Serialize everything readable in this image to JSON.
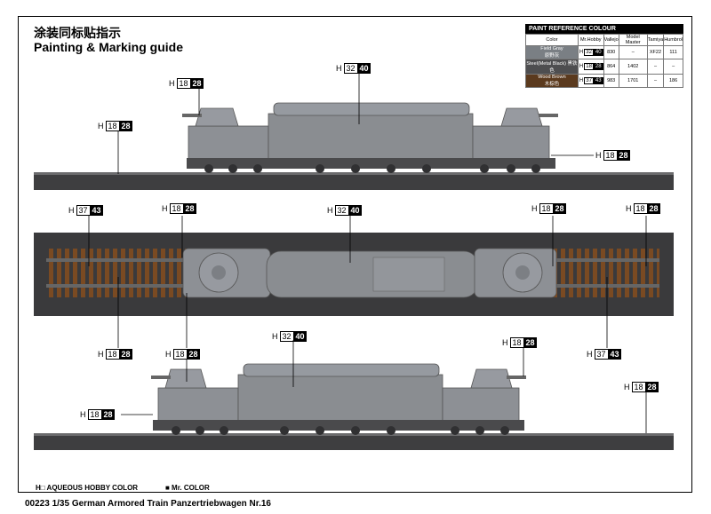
{
  "title_cn": "涂装同标贴指示",
  "title_en": "Painting & Marking guide",
  "paint_table": {
    "header": "PAINT  REFERENCE COLOUR",
    "columns": [
      "Color",
      "Mr.Hobby",
      "Vallejo",
      "Model Master",
      "Tamiya",
      "Humbrol"
    ],
    "rows": [
      {
        "color": "Field Gray",
        "color_cn": "原野灰",
        "h": "32",
        "m": "40",
        "vallejo": "830",
        "model_master": "–",
        "tamiya": "XF22",
        "humbrol": "111",
        "swatch": "#7a7f84"
      },
      {
        "color": "Steel(Metal Black)",
        "color_cn": "黑铁色",
        "h": "18",
        "m": "28",
        "vallejo": "864",
        "model_master": "1402",
        "tamiya": "–",
        "humbrol": "–",
        "swatch": "#4e4e50"
      },
      {
        "color": "Wood Brown",
        "color_cn": "木棕色",
        "h": "37",
        "m": "43",
        "vallejo": "983",
        "model_master": "1701",
        "tamiya": "–",
        "humbrol": "186",
        "swatch": "#5b3a1e"
      }
    ]
  },
  "labels": {
    "l1": {
      "h": "H",
      "w": "18",
      "b": "28"
    },
    "l2": {
      "h": "H",
      "w": "32",
      "b": "40"
    },
    "l3": {
      "h": "H",
      "w": "18",
      "b": "28"
    },
    "l4": {
      "h": "H",
      "w": "18",
      "b": "28"
    },
    "l5": {
      "h": "H",
      "w": "37",
      "b": "43"
    },
    "l6": {
      "h": "H",
      "w": "18",
      "b": "28"
    },
    "l7": {
      "h": "H",
      "w": "32",
      "b": "40"
    },
    "l8": {
      "h": "H",
      "w": "18",
      "b": "28"
    },
    "l9": {
      "h": "H",
      "w": "18",
      "b": "28"
    },
    "l10": {
      "h": "H",
      "w": "18",
      "b": "28"
    },
    "l11": {
      "h": "H",
      "w": "18",
      "b": "28"
    },
    "l12": {
      "h": "H",
      "w": "32",
      "b": "40"
    },
    "l13": {
      "h": "H",
      "w": "18",
      "b": "28"
    },
    "l14": {
      "h": "H",
      "w": "37",
      "b": "43"
    },
    "l15": {
      "h": "H",
      "w": "18",
      "b": "28"
    },
    "l16": {
      "h": "H",
      "w": "18",
      "b": "28"
    }
  },
  "legend": {
    "aqueous": "H□ AQUEOUS HOBBY COLOR",
    "mr": "■ Mr. COLOR"
  },
  "footer": "00223 1/35 German Armored Train Panzertriebwagen Nr.16",
  "colors": {
    "gray": "#8a8d91",
    "dark": "#3c3c3e",
    "wood": "#7a4a22",
    "rail": "#4a4a4a"
  }
}
